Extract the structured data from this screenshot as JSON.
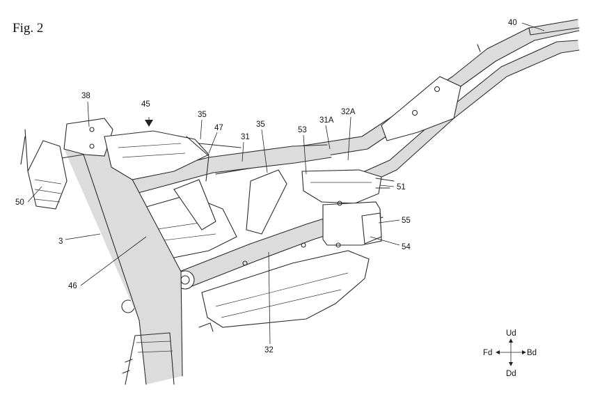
{
  "figure": {
    "title": "Fig. 2"
  },
  "labels": {
    "l40": "40",
    "l38": "38",
    "l45": "45",
    "l35a": "35",
    "l47": "47",
    "l31": "31",
    "l35b": "35",
    "l53": "53",
    "l31A": "31A",
    "l32A": "32A",
    "l51": "51",
    "l55": "55",
    "l54": "54",
    "l50": "50",
    "l3": "3",
    "l46": "46",
    "l32": "32"
  },
  "compass": {
    "up": "Ud",
    "down": "Dd",
    "front": "Fd",
    "back": "Bd"
  }
}
